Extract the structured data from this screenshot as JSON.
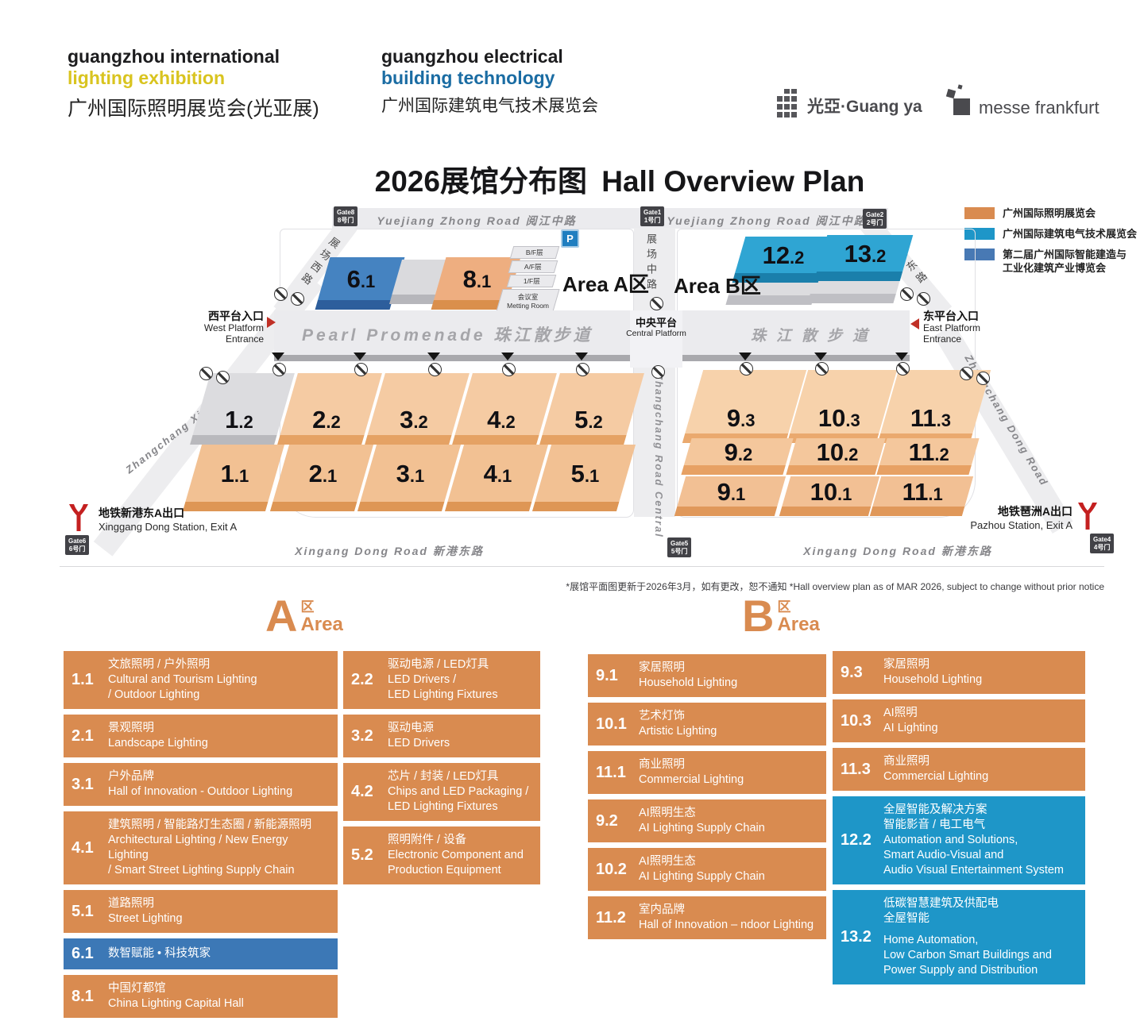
{
  "header": {
    "lighting": {
      "l1": "guangzhou international",
      "l2": "lighting exhibition",
      "l3": "广州国际照明展览会(光亚展)"
    },
    "building": {
      "l1": "guangzhou electrical",
      "l2": "building technology",
      "l3": "广州国际建筑电气技术展览会"
    },
    "guangya": "光亞·Guang ya",
    "messe": "messe frankfurt"
  },
  "title": {
    "zh": "2026展馆分布图",
    "en": "Hall Overview Plan"
  },
  "legend": [
    {
      "label": "广州国际照明展览会",
      "color": "#d98b50"
    },
    {
      "label": "广州国际建筑电气技术展览会",
      "color": "#1e96c8"
    },
    {
      "label": "第二届广州国际智能建造与\n工业化建筑产业博览会",
      "color": "#4879b4"
    }
  ],
  "map": {
    "roads": {
      "yuejiang": "Yuejiang Zhong Road  阅江中路",
      "xingang": "Xingang Dong Road  新港东路",
      "promenade_w": "Pearl Promenade  珠江散步道",
      "promenade_e": "珠江散步道",
      "west_cn": "展场西路",
      "central_cn": "展场中路",
      "east_cn": "展场东路",
      "xi": "Zhangchang Xi Road",
      "dong": "Zhangchang Dong Road",
      "central": "Zhangchang Road Central"
    },
    "gates": {
      "g1": {
        "en": "Gate1",
        "zh": "1号门"
      },
      "g2": {
        "en": "Gate2",
        "zh": "2号门"
      },
      "g4": {
        "en": "Gate4",
        "zh": "4号门"
      },
      "g5": {
        "en": "Gate5",
        "zh": "5号门"
      },
      "g6": {
        "en": "Gate6",
        "zh": "6号门"
      },
      "g8": {
        "en": "Gate8",
        "zh": "8号门"
      }
    },
    "areas": {
      "a": "Area A区",
      "b": "Area B区"
    },
    "platforms": {
      "west": {
        "zh": "西平台入口",
        "en": "West Platform\nEntrance"
      },
      "central": {
        "zh": "中央平台",
        "en": "Central Platform"
      },
      "east": {
        "zh": "东平台入口",
        "en": "East Platform\nEntrance"
      }
    },
    "facility": {
      "bf": "B/F层",
      "af": "A/F层",
      "f1": "1/F层",
      "meeting": "会议室\nMetting Room",
      "parking": "P"
    },
    "stations": {
      "west": {
        "zh": "地铁新港东A出口",
        "en": "Xinggang Dong Station, Exit A"
      },
      "east": {
        "zh": "地铁琶洲A出口",
        "en": "Pazhou Station, Exit A"
      }
    },
    "halls": {
      "a61": "6.1",
      "a81": "8.1",
      "b122": "12.2",
      "b132": "13.2",
      "l12": "1.2",
      "l22": "2.2",
      "l32": "3.2",
      "l42": "4.2",
      "l52": "5.2",
      "l11": "1.1",
      "l21": "2.1",
      "l31": "3.1",
      "l41": "4.1",
      "l51": "5.1",
      "r93": "9.3",
      "r103": "10.3",
      "r113": "11.3",
      "r92": "9.2",
      "r102": "10.2",
      "r112": "11.2",
      "r91": "9.1",
      "r101": "10.1",
      "r111": "11.1"
    }
  },
  "footnote": "*展馆平面图更新于2026年3月，如有更改，恕不通知  *Hall overview plan as of MAR 2026, subject to change without prior notice",
  "sections": {
    "a": {
      "letter": "A",
      "qu": "区",
      "area_word": "Area",
      "col1": [
        {
          "no": "1.1",
          "zh": "文旅照明 / 户外照明",
          "en": "Cultural and Tourism Lighting\n/ Outdoor Lighting"
        },
        {
          "no": "2.1",
          "zh": "景观照明",
          "en": "Landscape Lighting"
        },
        {
          "no": "3.1",
          "zh": "户外品牌",
          "en": "Hall of Innovation - Outdoor Lighting"
        },
        {
          "no": "4.1",
          "zh": "建筑照明 / 智能路灯生态圈 / 新能源照明",
          "en": "Architectural Lighting / New Energy Lighting\n/ Smart Street Lighting Supply Chain"
        },
        {
          "no": "5.1",
          "zh": "道路照明",
          "en": "Street Lighting"
        },
        {
          "no": "6.1",
          "zh": "数智赋能 • 科技筑家",
          "en": ""
        },
        {
          "no": "8.1",
          "zh": "中国灯都馆",
          "en": "China Lighting Capital Hall"
        }
      ],
      "col2": [
        {
          "no": "2.2",
          "zh": "驱动电源 / LED灯具",
          "en": "LED Drivers /\nLED Lighting Fixtures"
        },
        {
          "no": "3.2",
          "zh": "驱动电源",
          "en": "LED Drivers"
        },
        {
          "no": "4.2",
          "zh": "芯片 / 封装 / LED灯具",
          "en": "Chips and LED Packaging /\nLED Lighting Fixtures"
        },
        {
          "no": "5.2",
          "zh": "照明附件 / 设备",
          "en": "Electronic Component and\nProduction Equipment"
        }
      ]
    },
    "b": {
      "letter": "B",
      "qu": "区",
      "area_word": "Area",
      "col1": [
        {
          "no": "9.1",
          "zh": "家居照明",
          "en": "Household Lighting"
        },
        {
          "no": "10.1",
          "zh": "艺术灯饰",
          "en": "Artistic Lighting"
        },
        {
          "no": "11.1",
          "zh": "商业照明",
          "en": "Commercial Lighting"
        },
        {
          "no": "9.2",
          "zh": "AI照明生态",
          "en": "AI Lighting Supply Chain"
        },
        {
          "no": "10.2",
          "zh": "AI照明生态",
          "en": "AI Lighting Supply Chain"
        },
        {
          "no": "11.2",
          "zh": "室内品牌",
          "en": "Hall of Innovation – ndoor Lighting"
        }
      ],
      "col2": [
        {
          "no": "9.3",
          "zh": "家居照明",
          "en": "Household Lighting"
        },
        {
          "no": "10.3",
          "zh": "AI照明",
          "en": "AI Lighting"
        },
        {
          "no": "11.3",
          "zh": "商业照明",
          "en": "Commercial Lighting"
        },
        {
          "no": "12.2",
          "zh": "全屋智能及解决方案\n智能影音 / 电工电气",
          "en": "Automation and Solutions,\nSmart Audio-Visual and\nAudio Visual Entertainment System"
        },
        {
          "no": "13.2",
          "zh": "低碳智慧建筑及供配电\n全屋智能",
          "en": "Home Automation,\nLow Carbon Smart Buildings and\nPower Supply and Distribution"
        }
      ]
    }
  }
}
